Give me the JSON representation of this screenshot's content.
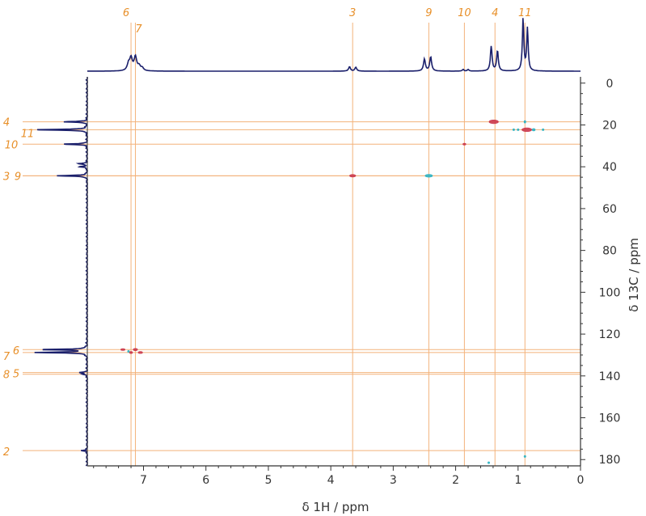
{
  "chart_data": {
    "type": "heatmap",
    "subtype": "2D NMR HSQC spectrum with 1D projections",
    "xlabel": "δ 1H / ppm",
    "ylabel": "δ 13C / ppm",
    "xlim": [
      7.9,
      0
    ],
    "ylim": [
      -3,
      183
    ],
    "x_ticks": [
      7,
      6,
      5,
      4,
      3,
      2,
      1,
      0
    ],
    "y_ticks": [
      0,
      20,
      40,
      60,
      80,
      100,
      120,
      140,
      160,
      180
    ],
    "x_tick_labels": [
      "7",
      "6",
      "5",
      "4",
      "3",
      "2",
      "1",
      "0"
    ],
    "y_tick_labels": [
      "0",
      "20",
      "40",
      "60",
      "80",
      "100",
      "120",
      "140",
      "160",
      "180"
    ],
    "vertical_guides": [
      {
        "label": "6",
        "x": 7.2
      },
      {
        "label": "7",
        "x": 7.13
      },
      {
        "label": "3",
        "x": 3.65
      },
      {
        "label": "9",
        "x": 2.43
      },
      {
        "label": "10",
        "x": 1.86
      },
      {
        "label": "4",
        "x": 1.37
      },
      {
        "label": "11",
        "x": 0.89
      }
    ],
    "horizontal_guides": [
      {
        "label": "4",
        "y": 18.5
      },
      {
        "label": "11",
        "y": 22.3
      },
      {
        "label": "10",
        "y": 29.2
      },
      {
        "label": "3",
        "y": 44.3
      },
      {
        "label": "9",
        "y": 44.3
      },
      {
        "label": "6",
        "y": 127.4
      },
      {
        "label": "7",
        "y": 128.8
      },
      {
        "label": "8",
        "y": 138.4
      },
      {
        "label": "5",
        "y": 139.2
      },
      {
        "label": "2",
        "y": 175.7
      }
    ],
    "cross_peaks": [
      {
        "x": 1.39,
        "y": 18.5,
        "phase": "positive",
        "w": 0.15,
        "h": 1.8
      },
      {
        "x": 0.89,
        "y": 18.5,
        "phase": "negative",
        "w": 0.03,
        "h": 1.2
      },
      {
        "x": 0.86,
        "y": 22.3,
        "phase": "positive",
        "w": 0.16,
        "h": 1.8
      },
      {
        "x": 0.75,
        "y": 22.3,
        "phase": "negative",
        "w": 0.05,
        "h": 1.2
      },
      {
        "x": 1.0,
        "y": 22.3,
        "phase": "negative",
        "w": 0.03,
        "h": 0.8
      },
      {
        "x": 1.07,
        "y": 22.3,
        "phase": "negative",
        "w": 0.02,
        "h": 0.6
      },
      {
        "x": 0.6,
        "y": 22.3,
        "phase": "negative",
        "w": 0.02,
        "h": 0.7
      },
      {
        "x": 1.86,
        "y": 29.2,
        "phase": "positive",
        "w": 0.05,
        "h": 0.8
      },
      {
        "x": 3.65,
        "y": 44.3,
        "phase": "positive",
        "w": 0.1,
        "h": 1.3
      },
      {
        "x": 2.43,
        "y": 44.3,
        "phase": "negative",
        "w": 0.12,
        "h": 1.4
      },
      {
        "x": 7.33,
        "y": 127.4,
        "phase": "positive",
        "w": 0.07,
        "h": 0.9
      },
      {
        "x": 7.24,
        "y": 128.3,
        "phase": "negative",
        "w": 0.03,
        "h": 0.8
      },
      {
        "x": 7.2,
        "y": 128.8,
        "phase": "positive",
        "w": 0.05,
        "h": 1.0
      },
      {
        "x": 7.13,
        "y": 127.4,
        "phase": "positive",
        "w": 0.07,
        "h": 1.1
      },
      {
        "x": 7.05,
        "y": 128.8,
        "phase": "positive",
        "w": 0.07,
        "h": 1.0
      },
      {
        "x": 1.47,
        "y": 181.5,
        "phase": "negative",
        "w": 0.02,
        "h": 0.7
      },
      {
        "x": 0.89,
        "y": 178.5,
        "phase": "negative",
        "w": 0.02,
        "h": 0.7
      }
    ],
    "h_projection_peaks": [
      {
        "x": 7.2,
        "intensity": 0.22,
        "width": 0.025
      },
      {
        "x": 7.13,
        "intensity": 0.25,
        "width": 0.025
      },
      {
        "x": 7.24,
        "intensity": 0.12,
        "width": 0.025
      },
      {
        "x": 7.07,
        "intensity": 0.08,
        "width": 0.025
      },
      {
        "x": 7.02,
        "intensity": 0.05,
        "width": 0.025
      },
      {
        "x": 3.7,
        "intensity": 0.08,
        "width": 0.018
      },
      {
        "x": 3.6,
        "intensity": 0.07,
        "width": 0.018
      },
      {
        "x": 2.5,
        "intensity": 0.22,
        "width": 0.018
      },
      {
        "x": 2.4,
        "intensity": 0.26,
        "width": 0.018
      },
      {
        "x": 1.88,
        "intensity": 0.03,
        "width": 0.015
      },
      {
        "x": 1.8,
        "intensity": 0.03,
        "width": 0.015
      },
      {
        "x": 1.43,
        "intensity": 0.45,
        "width": 0.016
      },
      {
        "x": 1.33,
        "intensity": 0.37,
        "width": 0.016
      },
      {
        "x": 0.92,
        "intensity": 0.95,
        "width": 0.014
      },
      {
        "x": 0.85,
        "intensity": 0.78,
        "width": 0.014
      }
    ],
    "c_projection_peaks": [
      {
        "y": 18.5,
        "intensity": 0.42
      },
      {
        "y": 22.3,
        "intensity": 0.98
      },
      {
        "y": 29.2,
        "intensity": 0.44
      },
      {
        "y": 38.5,
        "intensity": 0.18
      },
      {
        "y": 40.0,
        "intensity": 0.16
      },
      {
        "y": 44.3,
        "intensity": 0.56
      },
      {
        "y": 127.4,
        "intensity": 0.86
      },
      {
        "y": 128.8,
        "intensity": 0.95
      },
      {
        "y": 138.4,
        "intensity": 0.14
      },
      {
        "y": 139.2,
        "intensity": 0.1
      },
      {
        "y": 175.7,
        "intensity": 0.12
      }
    ],
    "colors": {
      "positive": "#c9354a",
      "negative": "#29b3c4",
      "guide": "#f3b27a",
      "label": "#e8902a",
      "projection": "#1a1f6b",
      "axis": "#333333"
    },
    "grid": false,
    "legend": "none"
  }
}
